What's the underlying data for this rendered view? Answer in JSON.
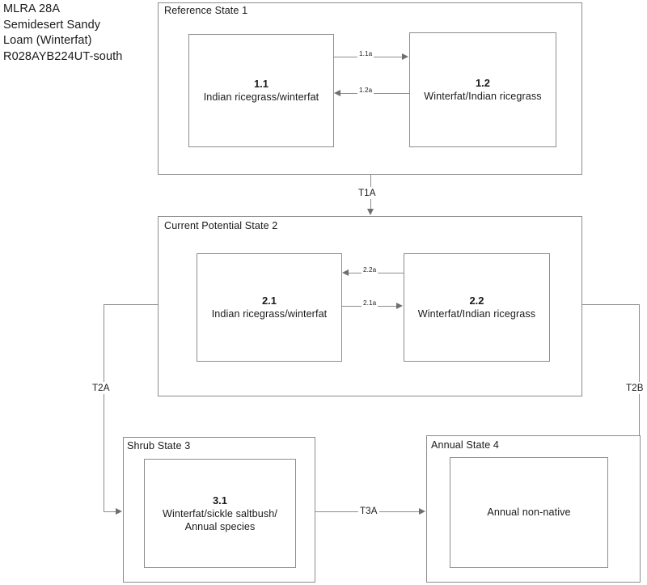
{
  "title": {
    "lines": [
      "MLRA 28A",
      "Semidesert Sandy",
      "Loam (Winterfat)",
      "R028AYB224UT-south"
    ]
  },
  "states": [
    {
      "key": "state1",
      "label": "Reference State 1",
      "communities": [
        {
          "key": "c11",
          "id": "1.1",
          "name": "Indian ricegrass/winterfat"
        },
        {
          "key": "c12",
          "id": "1.2",
          "name": "Winterfat/Indian ricegrass"
        }
      ],
      "pathways": [
        {
          "key": "p11a",
          "label": "1.1a",
          "direction": "right"
        },
        {
          "key": "p12a",
          "label": "1.2a",
          "direction": "left"
        }
      ]
    },
    {
      "key": "state2",
      "label": "Current Potential State 2",
      "communities": [
        {
          "key": "c21",
          "id": "2.1",
          "name": "Indian ricegrass/winterfat"
        },
        {
          "key": "c22",
          "id": "2.2",
          "name": "Winterfat/Indian ricegrass"
        }
      ],
      "pathways": [
        {
          "key": "p22a",
          "label": "2.2a",
          "direction": "left"
        },
        {
          "key": "p21a",
          "label": "2.1a",
          "direction": "right"
        }
      ]
    },
    {
      "key": "state3",
      "label": "Shrub State 3",
      "communities": [
        {
          "key": "c31",
          "id": "3.1",
          "name_line1": "Winterfat/sickle saltbush/",
          "name_line2": "Annual species"
        }
      ],
      "pathways": []
    },
    {
      "key": "state4",
      "label": "Annual State 4",
      "communities": [
        {
          "key": "c41",
          "id": "",
          "name": "Annual non-native"
        }
      ],
      "pathways": []
    }
  ],
  "transitions": [
    {
      "key": "t1a",
      "label": "T1A",
      "from": "state1",
      "to": "state2"
    },
    {
      "key": "t2a",
      "label": "T2A",
      "from": "state2",
      "to": "state3"
    },
    {
      "key": "t2b",
      "label": "T2B",
      "from": "state2",
      "to": "state4"
    },
    {
      "key": "t3a",
      "label": "T3A",
      "from": "state3",
      "to": "state4"
    }
  ],
  "colors": {
    "box_border": "#8d8d8d",
    "connector": "#8d8d8d",
    "arrowhead": "#6f6f6f",
    "text": "#1a1a1a",
    "background": "#ffffff"
  }
}
